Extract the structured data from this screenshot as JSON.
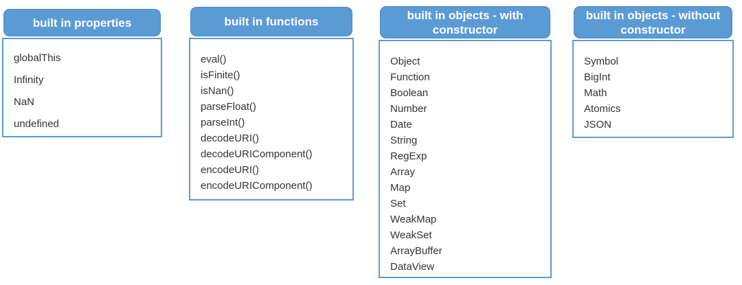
{
  "colors": {
    "header_fill": "#5B9BD5",
    "header_border": "#4A84C4",
    "body_border": "#5B9BD5",
    "header_text": "#FFFFFF",
    "item_text": "#333333",
    "background": "#FFFFFF"
  },
  "panels": [
    {
      "title": "built in properties",
      "items": [
        "globalThis",
        "Infinity",
        "NaN",
        "undefined"
      ]
    },
    {
      "title": "built in functions",
      "items": [
        "eval()",
        "isFinite()",
        "isNan()",
        "parseFloat()",
        "parseInt()",
        "decodeURI()",
        "decodeURIComponent()",
        "encodeURI()",
        "encodeURIComponent()"
      ]
    },
    {
      "title": "built in objects - with constructor",
      "items": [
        "Object",
        "Function",
        "Boolean",
        "Number",
        "Date",
        "String",
        "RegExp",
        "Array",
        "Map",
        "Set",
        "WeakMap",
        "WeakSet",
        "ArrayBuffer",
        "DataView"
      ]
    },
    {
      "title": "built in objects - without constructor",
      "items": [
        "Symbol",
        "BigInt",
        "Math",
        "Atomics",
        "JSON"
      ]
    }
  ]
}
